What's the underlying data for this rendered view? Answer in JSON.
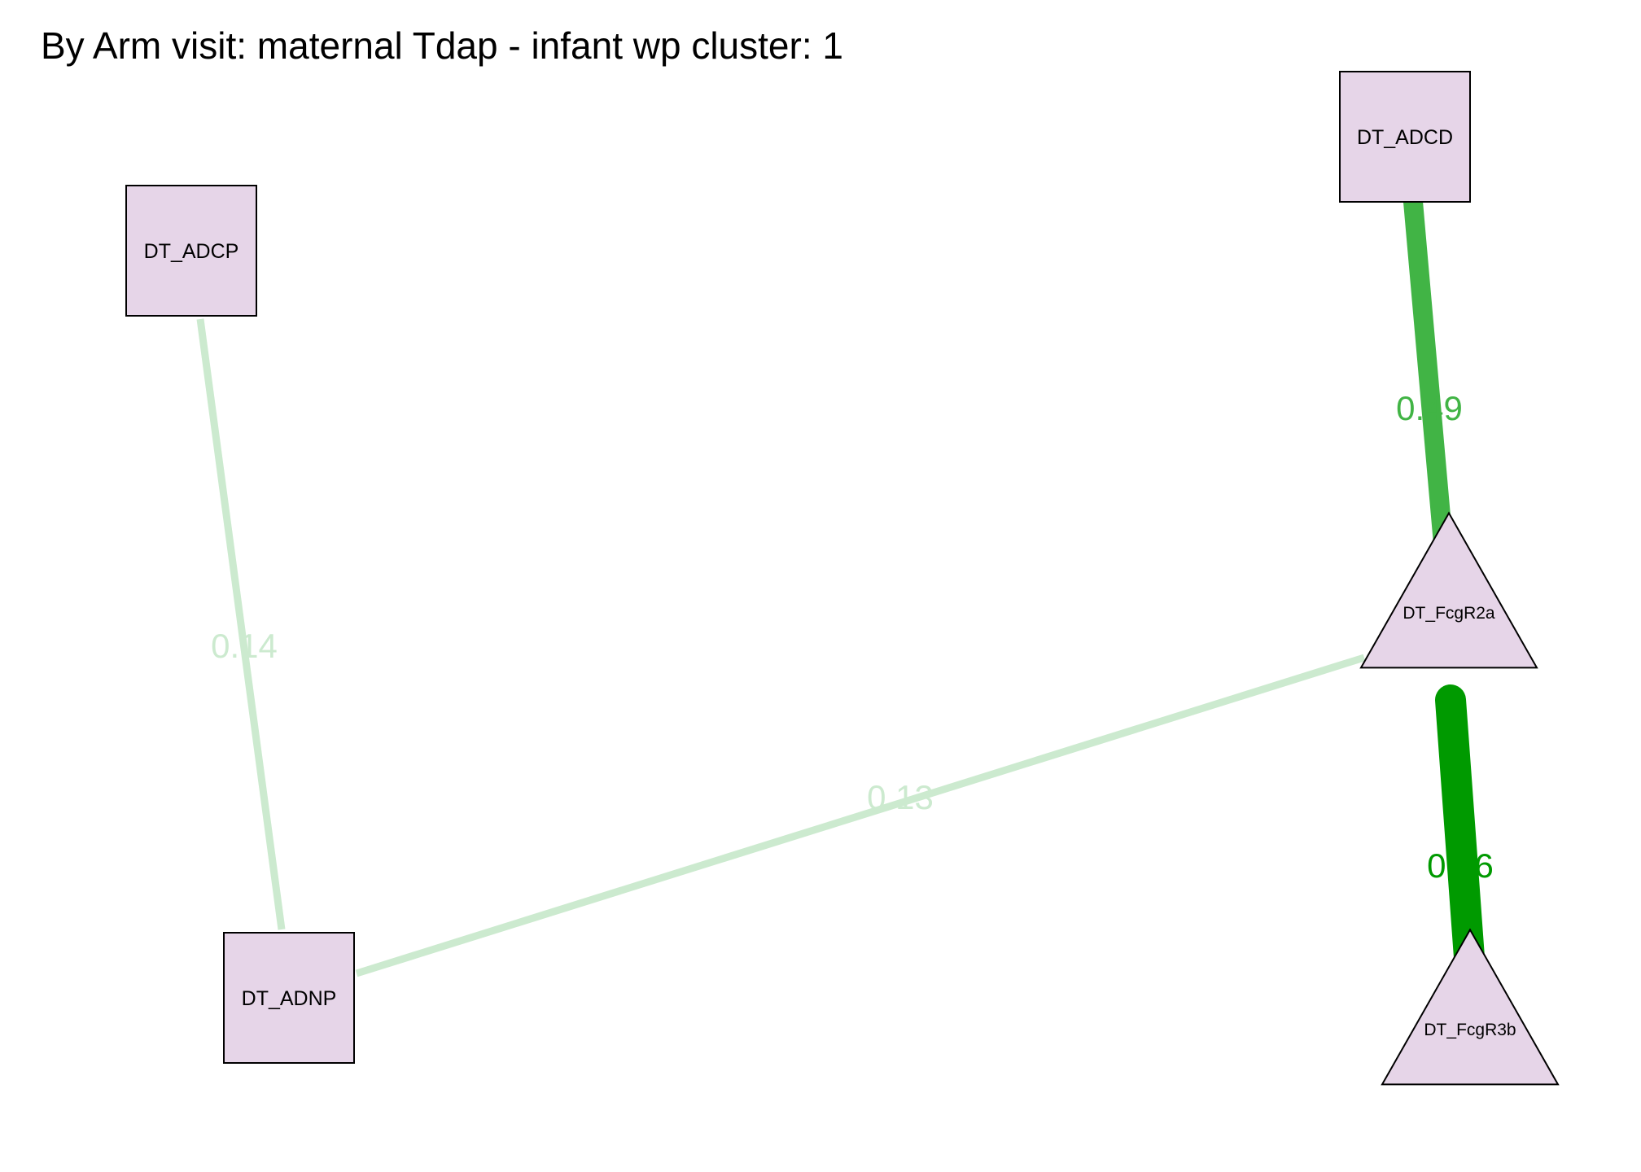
{
  "title": "By Arm visit: maternal Tdap - infant wp cluster: 1",
  "colors": {
    "node_fill": "#E6D5E8",
    "node_stroke": "#000000",
    "weak_edge": "#CCEACF",
    "medium_edge": "#41B445",
    "strong_edge": "#009A00"
  },
  "nodes": [
    {
      "id": "adcd",
      "label": "DT_ADCD",
      "shape": "square"
    },
    {
      "id": "adcp",
      "label": "DT_ADCP",
      "shape": "square"
    },
    {
      "id": "fcgr2a",
      "label": "DT_FcgR2a",
      "shape": "triangle"
    },
    {
      "id": "adnp",
      "label": "DT_ADNP",
      "shape": "square"
    },
    {
      "id": "fcgr3b",
      "label": "DT_FcgR3b",
      "shape": "triangle"
    }
  ],
  "edges": [
    {
      "source": "adcp",
      "target": "adnp",
      "weight": 0.14,
      "label": "0.14",
      "color": "#CCEACF"
    },
    {
      "source": "adnp",
      "target": "fcgr2a",
      "weight": 0.13,
      "label": "0.13",
      "color": "#CCEACF"
    },
    {
      "source": "adcd",
      "target": "fcgr2a",
      "weight": 0.49,
      "label": "0.49",
      "color": "#41B445"
    },
    {
      "source": "fcgr2a",
      "target": "fcgr3b",
      "weight": 0.66,
      "label": "0.66",
      "color": "#009A00"
    }
  ]
}
